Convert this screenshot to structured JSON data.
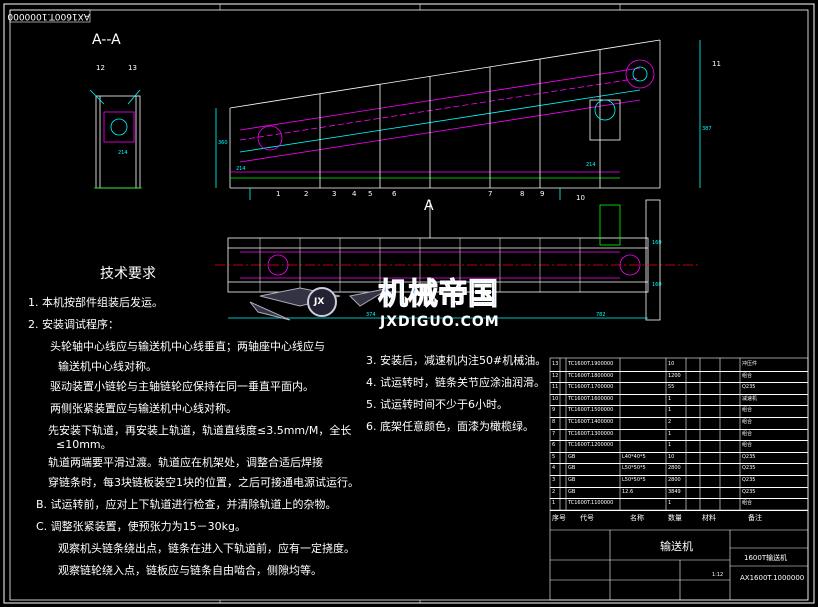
{
  "drawing": {
    "corner_code": "AX1600T.1000000",
    "section_label": "A--A",
    "section_marker": "A",
    "part_callouts": [
      "12",
      "13",
      "1",
      "2",
      "3",
      "4",
      "5",
      "6",
      "7",
      "8",
      "9",
      "10",
      "11"
    ],
    "dimensions": {
      "d_214a": "214",
      "d_214b": "214",
      "d_387": "387",
      "d_214c": "214",
      "d_360": "360",
      "d_374": "374",
      "d_782": "782",
      "d_160a": "160",
      "d_160b": "160"
    }
  },
  "requirements": {
    "title": "技术要求",
    "lines": [
      "1.    本机按部件组装后发运。",
      "2.    安装调试程序：",
      "头轮轴中心线应与输送机中心线垂直；两轴座中心线应与",
      "输送机中心线对称。",
      "驱动装置小链轮与主轴链轮应保持在同一垂直平面内。",
      "两侧张紧装置应与输送机中心线对称。",
      "先安装下轨道，再安装上轨道，轨道直线度≤3.5mm/M，全长",
      "≤10mm。",
      "轨道两端要平滑过渡。轨道应在机架处，调整合适后焊接",
      "穿链条时，每3块链板装空1块的位置，之后可接通电源试运行。",
      "B.  试运转前，应对上下轨道进行检查，并清除轨道上的杂物。",
      "C.  调整张紧装置，使预张力为15－30kg。",
      "观察机头链条绕出点，链条在进入下轨道前，应有一定挠度。",
      "观察链轮绕入点，链板应与链条自由啮合，侧隙均等。"
    ],
    "lines_right": [
      "3.    安装后，减速机内注50#机械油。",
      "4.    试运转时，链条关节应涂油润滑。",
      "5.    试运转时间不少于6小时。",
      "6.    底架任意颜色，面漆为橄榄绿。"
    ]
  },
  "watermark": {
    "cn": "机械帝国",
    "en": "JXDIGUO.COM",
    "emblem": "JX"
  },
  "bom": {
    "rows": [
      [
        "13",
        "TC1600T.1900000",
        "",
        "10",
        "",
        "冲压件"
      ],
      [
        "12",
        "TC1600T.1800000",
        "",
        "1200",
        "",
        "组合"
      ],
      [
        "11",
        "TC1600T.1700000",
        "",
        "55",
        "",
        "Q235"
      ],
      [
        "10",
        "TC1600T.1600000",
        "",
        "1",
        "",
        "减速机"
      ],
      [
        "9",
        "TC1600T.1500000",
        "",
        "1",
        "",
        "组合"
      ],
      [
        "8",
        "TC1600T.1400000",
        "",
        "2",
        "",
        "组合"
      ],
      [
        "7",
        "TC1600T.1300000",
        "",
        "1",
        "",
        "组合"
      ],
      [
        "6",
        "TC1600T.1200000",
        "",
        "1",
        "",
        "组合"
      ],
      [
        "5",
        "GB",
        "L40*40*5",
        "10",
        "",
        "Q235"
      ],
      [
        "4",
        "GB",
        "L50*50*5",
        "2800",
        "",
        "Q235"
      ],
      [
        "3",
        "GB",
        "L50*50*5",
        "2800",
        "",
        "Q235"
      ],
      [
        "2",
        "GB",
        "12.6",
        "3849",
        "",
        "Q235"
      ],
      [
        "1",
        "TC1600T.1100000",
        "",
        "1",
        "",
        "组合"
      ]
    ],
    "header": [
      "序号",
      "代号",
      "名称",
      "数量",
      "材料",
      "备注"
    ],
    "title_center": "输送机",
    "company": "",
    "product": "1600T输送机",
    "drawing_no": "AX1600T.1000000",
    "scale": "1:12"
  },
  "colors": {
    "cyan": "#00ffff",
    "magenta": "#ff00ff",
    "yellow": "#ffff00",
    "red": "#ff0000",
    "green": "#00ff00",
    "blue": "#3333ff",
    "white": "#ffffff"
  }
}
